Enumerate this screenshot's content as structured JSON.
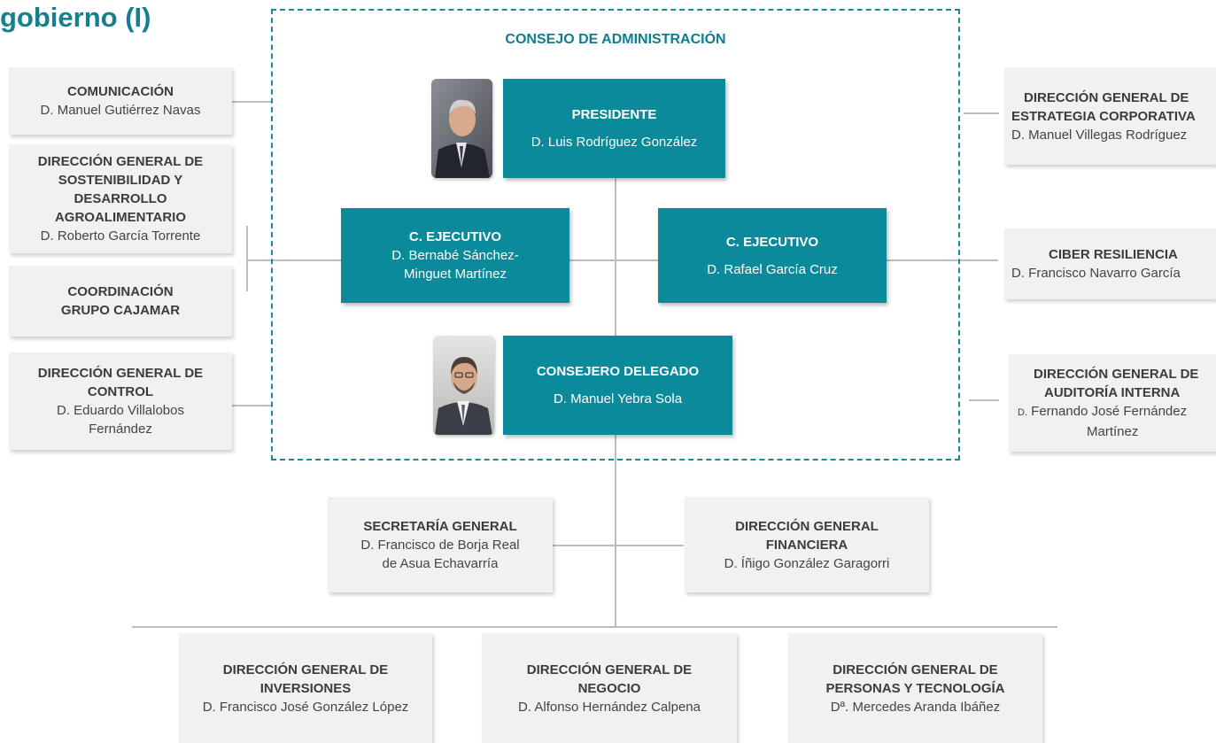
{
  "page_title": "gobierno (I)",
  "council": {
    "title": "CONSEJO DE ADMINISTRACIÓN",
    "presidente": {
      "role": "PRESIDENTE",
      "name": "D.  Luis Rodríguez González"
    },
    "ejecutivo_1": {
      "role": "C. EJECUTIVO",
      "name_line1": "D. Bernabé Sánchez-",
      "name_line2": "Minguet Martínez"
    },
    "ejecutivo_2": {
      "role": "C. EJECUTIVO",
      "name": "D. Rafael García Cruz"
    },
    "delegado": {
      "role": "CONSEJERO DELEGADO",
      "name": "D. Manuel Yebra Sola"
    }
  },
  "left_units": [
    {
      "title_lines": [
        "COMUNICACIÓN"
      ],
      "name_lines": [
        "D. Manuel Gutiérrez Navas"
      ]
    },
    {
      "title_lines": [
        "DIRECCIÓN GENERAL DE",
        "SOSTENIBILIDAD Y",
        "DESARROLLO",
        "AGROALIMENTARIO"
      ],
      "name_lines": [
        "D.  Roberto García Torrente"
      ]
    },
    {
      "title_lines": [
        "COORDINACIÓN",
        "GRUPO CAJAMAR"
      ],
      "name_lines": []
    },
    {
      "title_lines": [
        "DIRECCIÓN GENERAL DE",
        "CONTROL"
      ],
      "name_lines": [
        "D.  Eduardo Villalobos",
        "Fernández"
      ]
    }
  ],
  "right_units": [
    {
      "title_lines": [
        "DIRECCIÓN GENERAL DE",
        "ESTRATEGIA CORPORATIVA"
      ],
      "name_lines": [
        "D. Manuel Villegas Rodríguez"
      ]
    },
    {
      "title_lines": [
        "CIBER RESILIENCIA"
      ],
      "name_lines": [
        "D.  Francisco Navarro García"
      ]
    },
    {
      "title_lines": [
        "DIRECCIÓN GENERAL DE",
        "AUDITORÍA INTERNA"
      ],
      "name_prefix": "D.",
      "name_lines": [
        " Fernando José Fernández",
        "Martínez"
      ]
    }
  ],
  "middle_units": [
    {
      "title_lines": [
        "SECRETARÍA GENERAL"
      ],
      "name_lines": [
        "D.  Francisco de Borja Real",
        "de Asua Echavarría"
      ]
    },
    {
      "title_lines": [
        "DIRECCIÓN GENERAL",
        "FINANCIERA"
      ],
      "name_lines": [
        "D.  Íñigo González Garagorri"
      ]
    }
  ],
  "bottom_units": [
    {
      "title_lines": [
        "DIRECCIÓN GENERAL DE",
        "INVERSIONES"
      ],
      "name_lines": [
        "D.  Francisco José González López"
      ]
    },
    {
      "title_lines": [
        "DIRECCIÓN GENERAL DE",
        "NEGOCIO"
      ],
      "name_lines": [
        "D.  Alfonso Hernández Calpena"
      ]
    },
    {
      "title_lines": [
        "DIRECCIÓN GENERAL DE",
        "PERSONAS Y TECNOLOGÍA"
      ],
      "name_lines": [
        "Dª.  Mercedes Aranda Ibáñez"
      ]
    }
  ],
  "colors": {
    "accent": "#0a8a9a",
    "box_gray": "#f1f1f1",
    "connector": "#bdbdbd"
  }
}
